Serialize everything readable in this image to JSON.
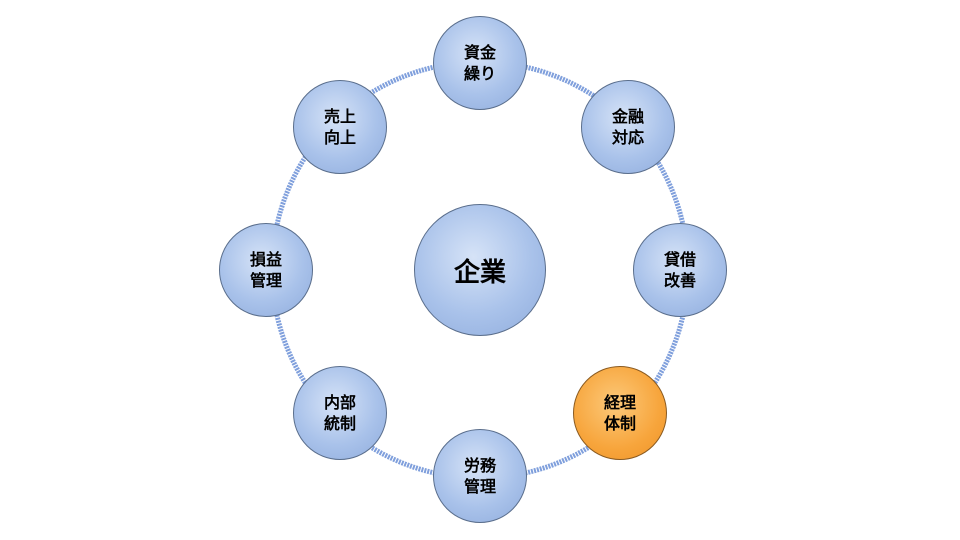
{
  "center": {
    "label": "企業"
  },
  "nodes": [
    {
      "label": "資金\n繰り",
      "highlight": false
    },
    {
      "label": "金融\n対応",
      "highlight": false
    },
    {
      "label": "貸借\n改善",
      "highlight": false
    },
    {
      "label": "経理\n体制",
      "highlight": true
    },
    {
      "label": "労務\n管理",
      "highlight": false
    },
    {
      "label": "内部\n統制",
      "highlight": false
    },
    {
      "label": "損益\n管理",
      "highlight": false
    },
    {
      "label": "売上\n向上",
      "highlight": false
    }
  ],
  "colors": {
    "ring": "#7f9fdc",
    "node": "#a9c2ea",
    "highlight": "#f7a53c"
  }
}
